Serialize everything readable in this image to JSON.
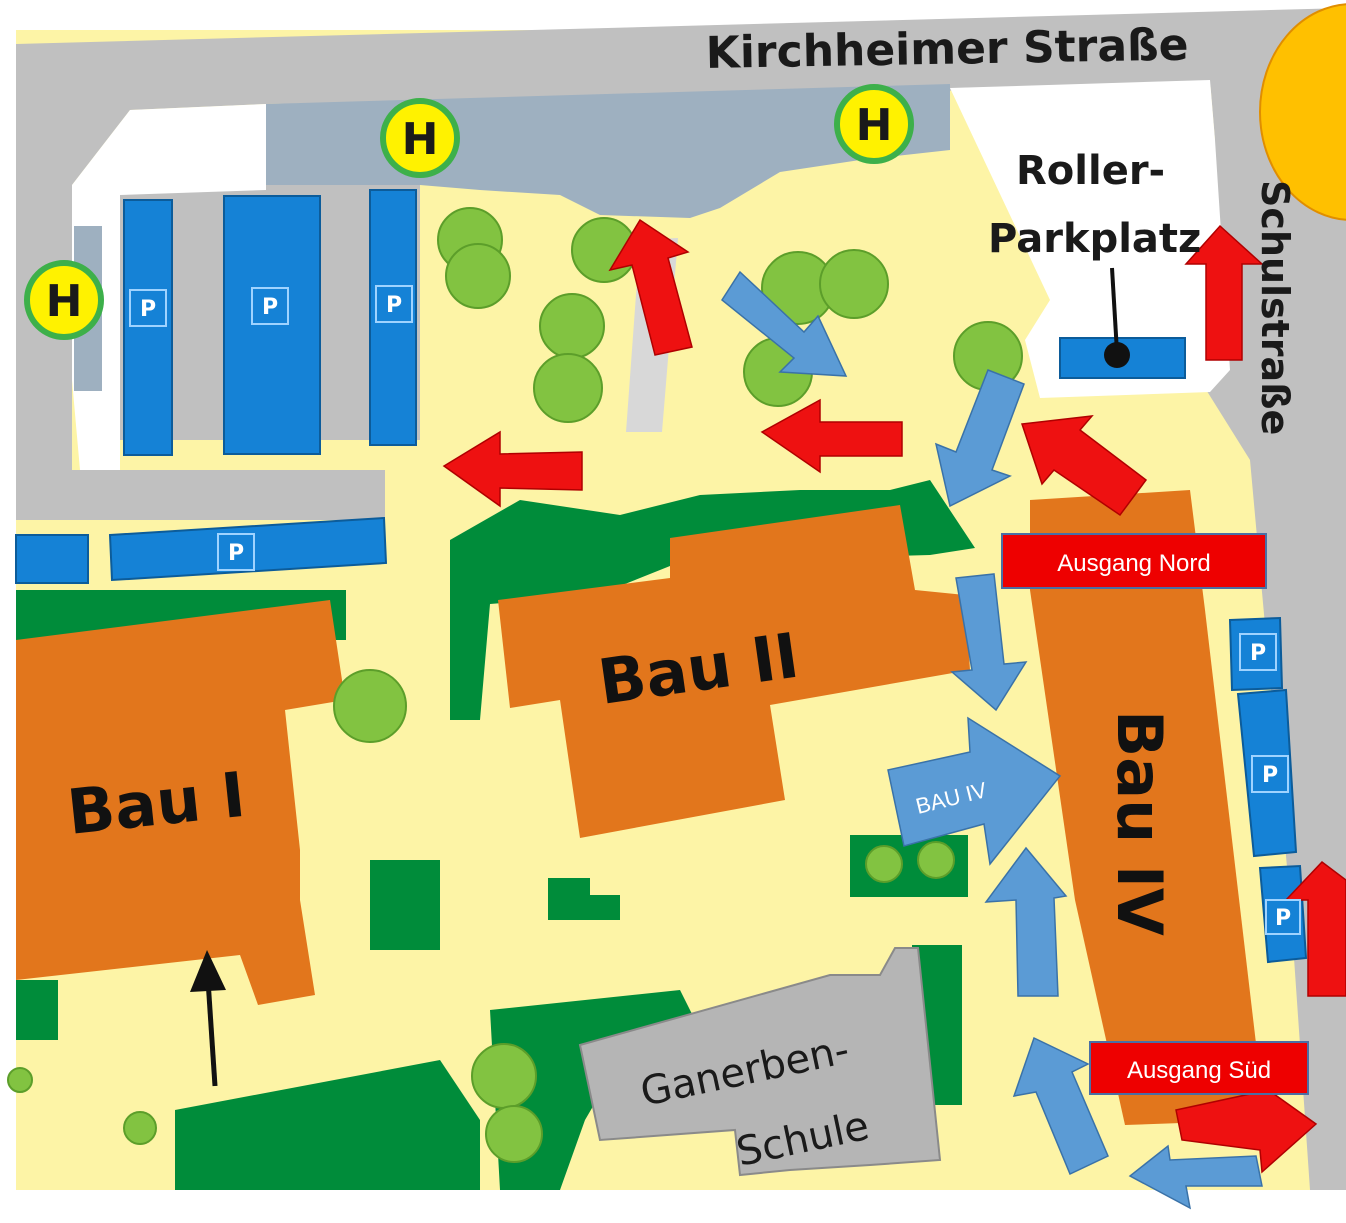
{
  "streets": {
    "north": "Kirchheimer Straße",
    "east": "Schulstraße"
  },
  "places": {
    "scooter_parking": [
      "Roller-",
      "Parkplatz"
    ],
    "school": [
      "Ganerben-",
      "Schule"
    ]
  },
  "buildings": {
    "bau_1": "Bau I",
    "bau_2": "Bau II",
    "bau_4": "Bau IV"
  },
  "exits": {
    "north": "Ausgang Nord",
    "south": "Ausgang Süd"
  },
  "direction_label": "BAU IV",
  "bus_stop_symbol": "H",
  "parking_symbol": "P",
  "colors": {
    "road": "#c0c0c0",
    "path": "#fdf4a6",
    "building": "#e2761c",
    "green": "#008c3a",
    "tree": "#82c341",
    "parking": "#1582d6",
    "bus_roof": "#9eb0c0",
    "exit_arrow": "#ee1111",
    "flow_arrow": "#5b9bd5",
    "bus_stop_fill": "#fff200",
    "bus_stop_ring": "#3db04a",
    "sun": "#ffc000"
  }
}
